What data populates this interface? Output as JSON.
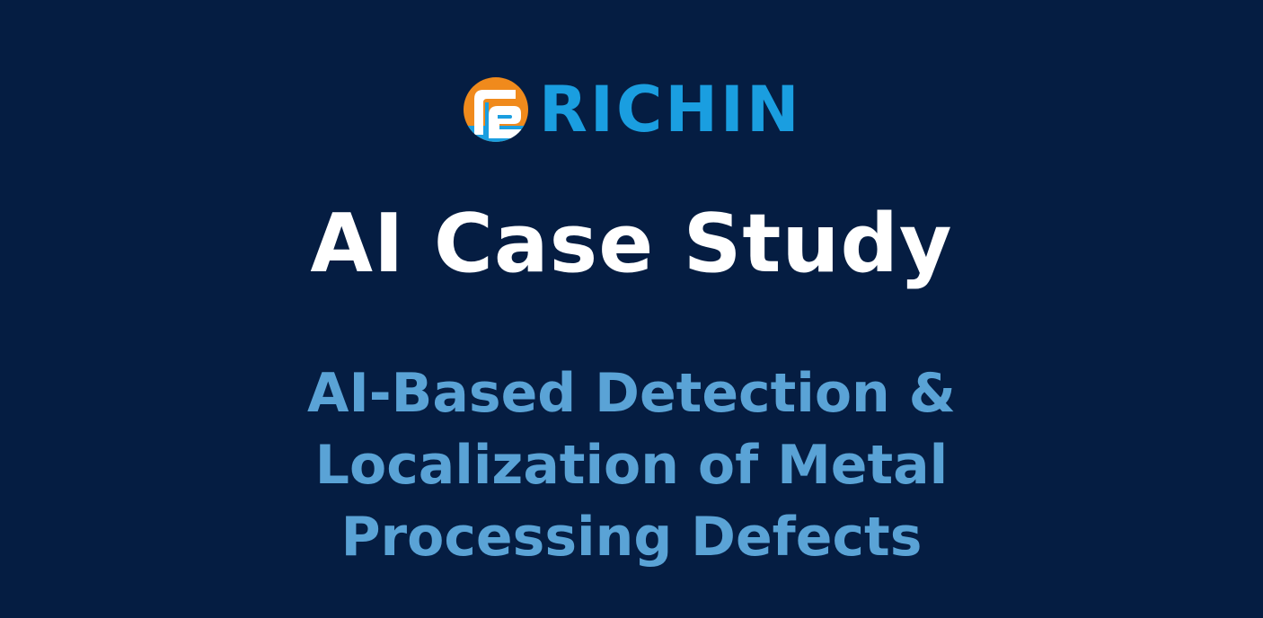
{
  "brand": {
    "name": "RICHIN",
    "logo_icon": "richin-logo-icon",
    "colors": {
      "logo_orange": "#f08a1c",
      "logo_blue": "#1a9ee0",
      "logo_white": "#ffffff",
      "wordmark": "#1a9ee0"
    }
  },
  "title": "AI Case Study",
  "subtitle": {
    "lines": [
      "AI-Based Detection &",
      "Localization of Metal",
      "Processing Defects"
    ]
  },
  "theme": {
    "background": "#051d42",
    "title_color": "#ffffff",
    "subtitle_color": "#5aa3d6"
  }
}
